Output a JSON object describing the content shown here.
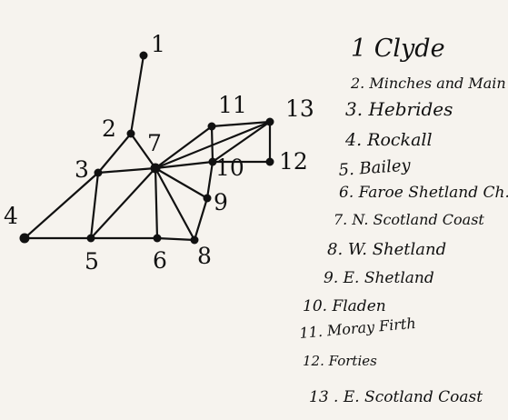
{
  "diagram": {
    "nodes": [
      {
        "id": "1",
        "label": "1"
      },
      {
        "id": "2",
        "label": "2"
      },
      {
        "id": "3",
        "label": "3"
      },
      {
        "id": "4",
        "label": "4"
      },
      {
        "id": "5",
        "label": "5"
      },
      {
        "id": "6",
        "label": "6"
      },
      {
        "id": "7",
        "label": "7"
      },
      {
        "id": "8",
        "label": "8"
      },
      {
        "id": "9",
        "label": "9"
      },
      {
        "id": "10",
        "label": "10"
      },
      {
        "id": "11",
        "label": "11"
      },
      {
        "id": "12",
        "label": "12"
      },
      {
        "id": "13",
        "label": "13"
      }
    ],
    "edges": [
      [
        "1",
        "2"
      ],
      [
        "2",
        "3"
      ],
      [
        "2",
        "7"
      ],
      [
        "3",
        "4"
      ],
      [
        "3",
        "7"
      ],
      [
        "3",
        "5"
      ],
      [
        "4",
        "5"
      ],
      [
        "5",
        "6"
      ],
      [
        "6",
        "8"
      ],
      [
        "5",
        "7"
      ],
      [
        "6",
        "7"
      ],
      [
        "7",
        "8"
      ],
      [
        "7",
        "9"
      ],
      [
        "7",
        "10"
      ],
      [
        "7",
        "11"
      ],
      [
        "7",
        "13"
      ],
      [
        "11",
        "13"
      ],
      [
        "11",
        "10"
      ],
      [
        "13",
        "10"
      ],
      [
        "13",
        "12"
      ],
      [
        "10",
        "12"
      ],
      [
        "10",
        "9"
      ],
      [
        "9",
        "8"
      ]
    ]
  },
  "legend": {
    "lines": [
      "1 Clyde",
      "2. Minches and Main",
      "3. Hebrides",
      "4. Rockall",
      "5. Bailey",
      "6. Faroe Shetland Ch.",
      "7. N. Scotland Coast",
      "8. W. Shetland",
      "9. E. Shetland",
      "10. Fladen",
      "11. Moray Firth",
      "12. Forties",
      "13 . E. Scotland Coast"
    ]
  },
  "colors": {
    "ink": "#111111",
    "paper": "#f6f3ee"
  }
}
